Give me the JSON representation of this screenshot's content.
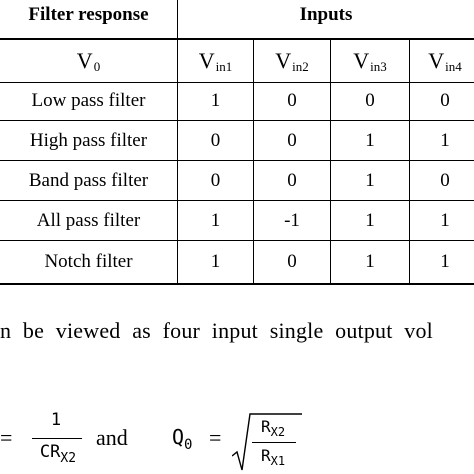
{
  "table": {
    "header_left": "Filter response",
    "header_right": "Inputs",
    "v0": {
      "base": "V",
      "sub": "0"
    },
    "vin": [
      {
        "base": "V",
        "sub": "in1"
      },
      {
        "base": "V",
        "sub": "in2"
      },
      {
        "base": "V",
        "sub": "in3"
      },
      {
        "base": "V",
        "sub": "in4"
      }
    ],
    "rows": [
      {
        "label": "Low pass filter",
        "values": [
          "1",
          "0",
          "0",
          "0"
        ]
      },
      {
        "label": "High pass filter",
        "values": [
          "0",
          "0",
          "1",
          "1"
        ]
      },
      {
        "label": "Band pass filter",
        "values": [
          "0",
          "0",
          "1",
          "0"
        ]
      },
      {
        "label": "All pass filter",
        "values": [
          "1",
          "-1",
          "1",
          "1"
        ]
      },
      {
        "label": "Notch filter",
        "values": [
          "1",
          "0",
          "1",
          "1"
        ]
      }
    ]
  },
  "paragraph": "n be viewed as four input single output vol",
  "equation": {
    "eq_sign": "=",
    "frac1_num": "1",
    "frac1_den_base": "CR",
    "frac1_den_sub": "X2",
    "and": "and",
    "q_base": "Q",
    "q_sub": "0",
    "q_eq": "=",
    "sqrt_num_base": "R",
    "sqrt_num_sub": "X2",
    "sqrt_den_base": "R",
    "sqrt_den_sub": "X1"
  }
}
